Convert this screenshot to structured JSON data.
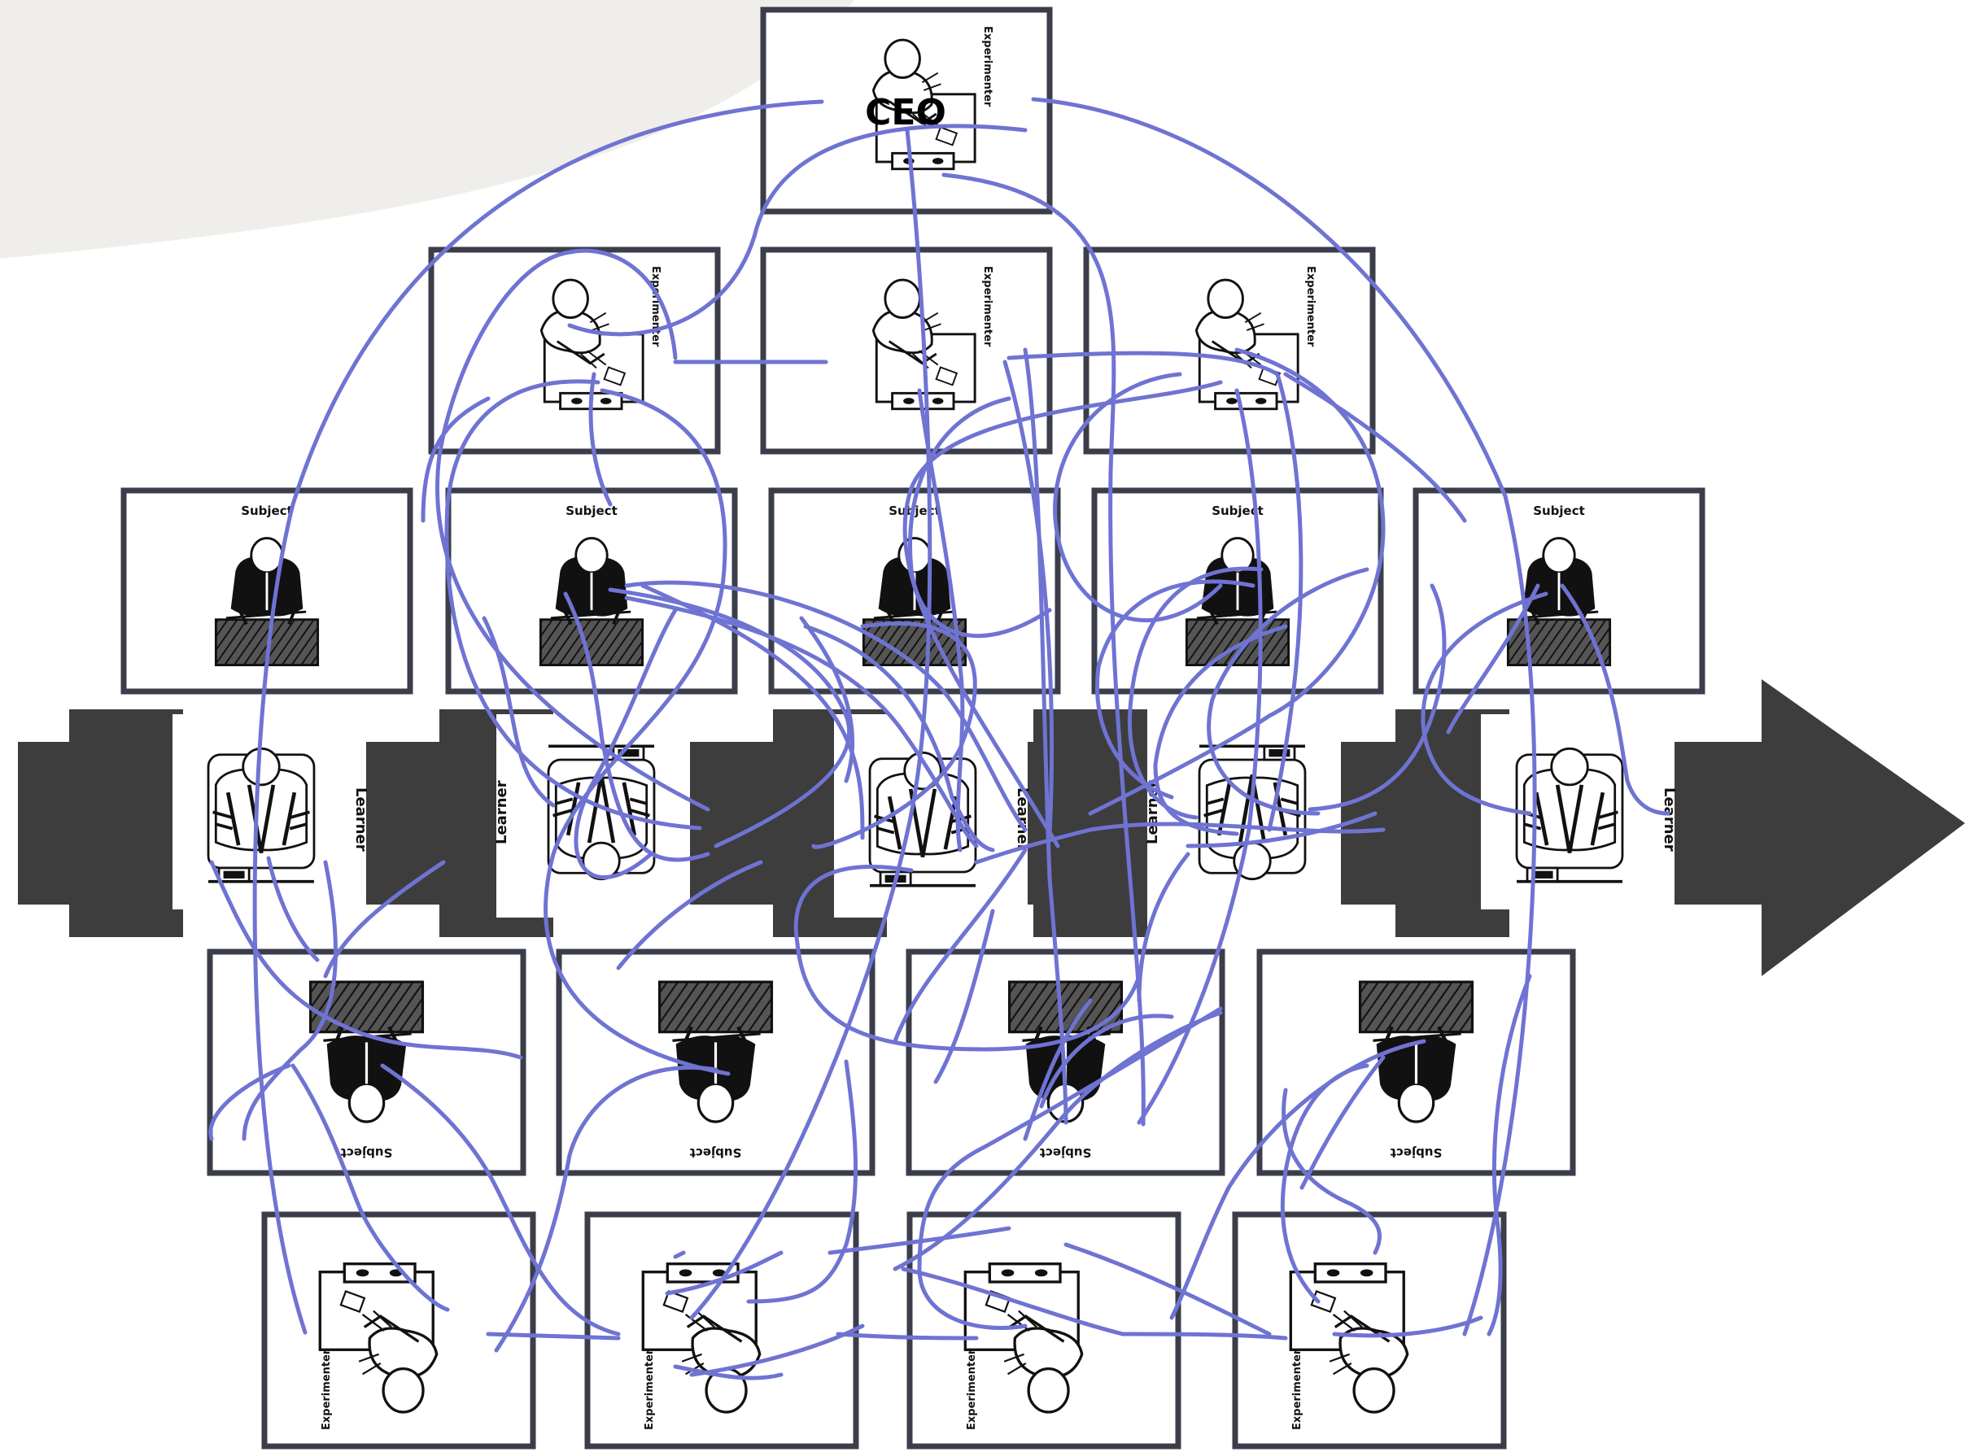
{
  "labels": {
    "ceo": "CEO",
    "experimenter": "Experimenter",
    "subject": "Subject",
    "learner": "Learner"
  },
  "colors": {
    "frame": "#3b3e4a",
    "bar": "#3d3d3d",
    "connector": "#6f73d2",
    "corner_wedge": "#efeeea",
    "desk_fill": "#555555"
  },
  "rows": [
    {
      "role": "experimenter",
      "count": 1,
      "note": "CEO"
    },
    {
      "role": "experimenter",
      "count": 3
    },
    {
      "role": "subject",
      "count": 5
    },
    {
      "role": "learner",
      "count": 5
    },
    {
      "role": "subject",
      "count": 4,
      "flipped": true
    },
    {
      "role": "experimenter",
      "count": 4,
      "flipped": true
    }
  ],
  "arrow_direction": "right"
}
